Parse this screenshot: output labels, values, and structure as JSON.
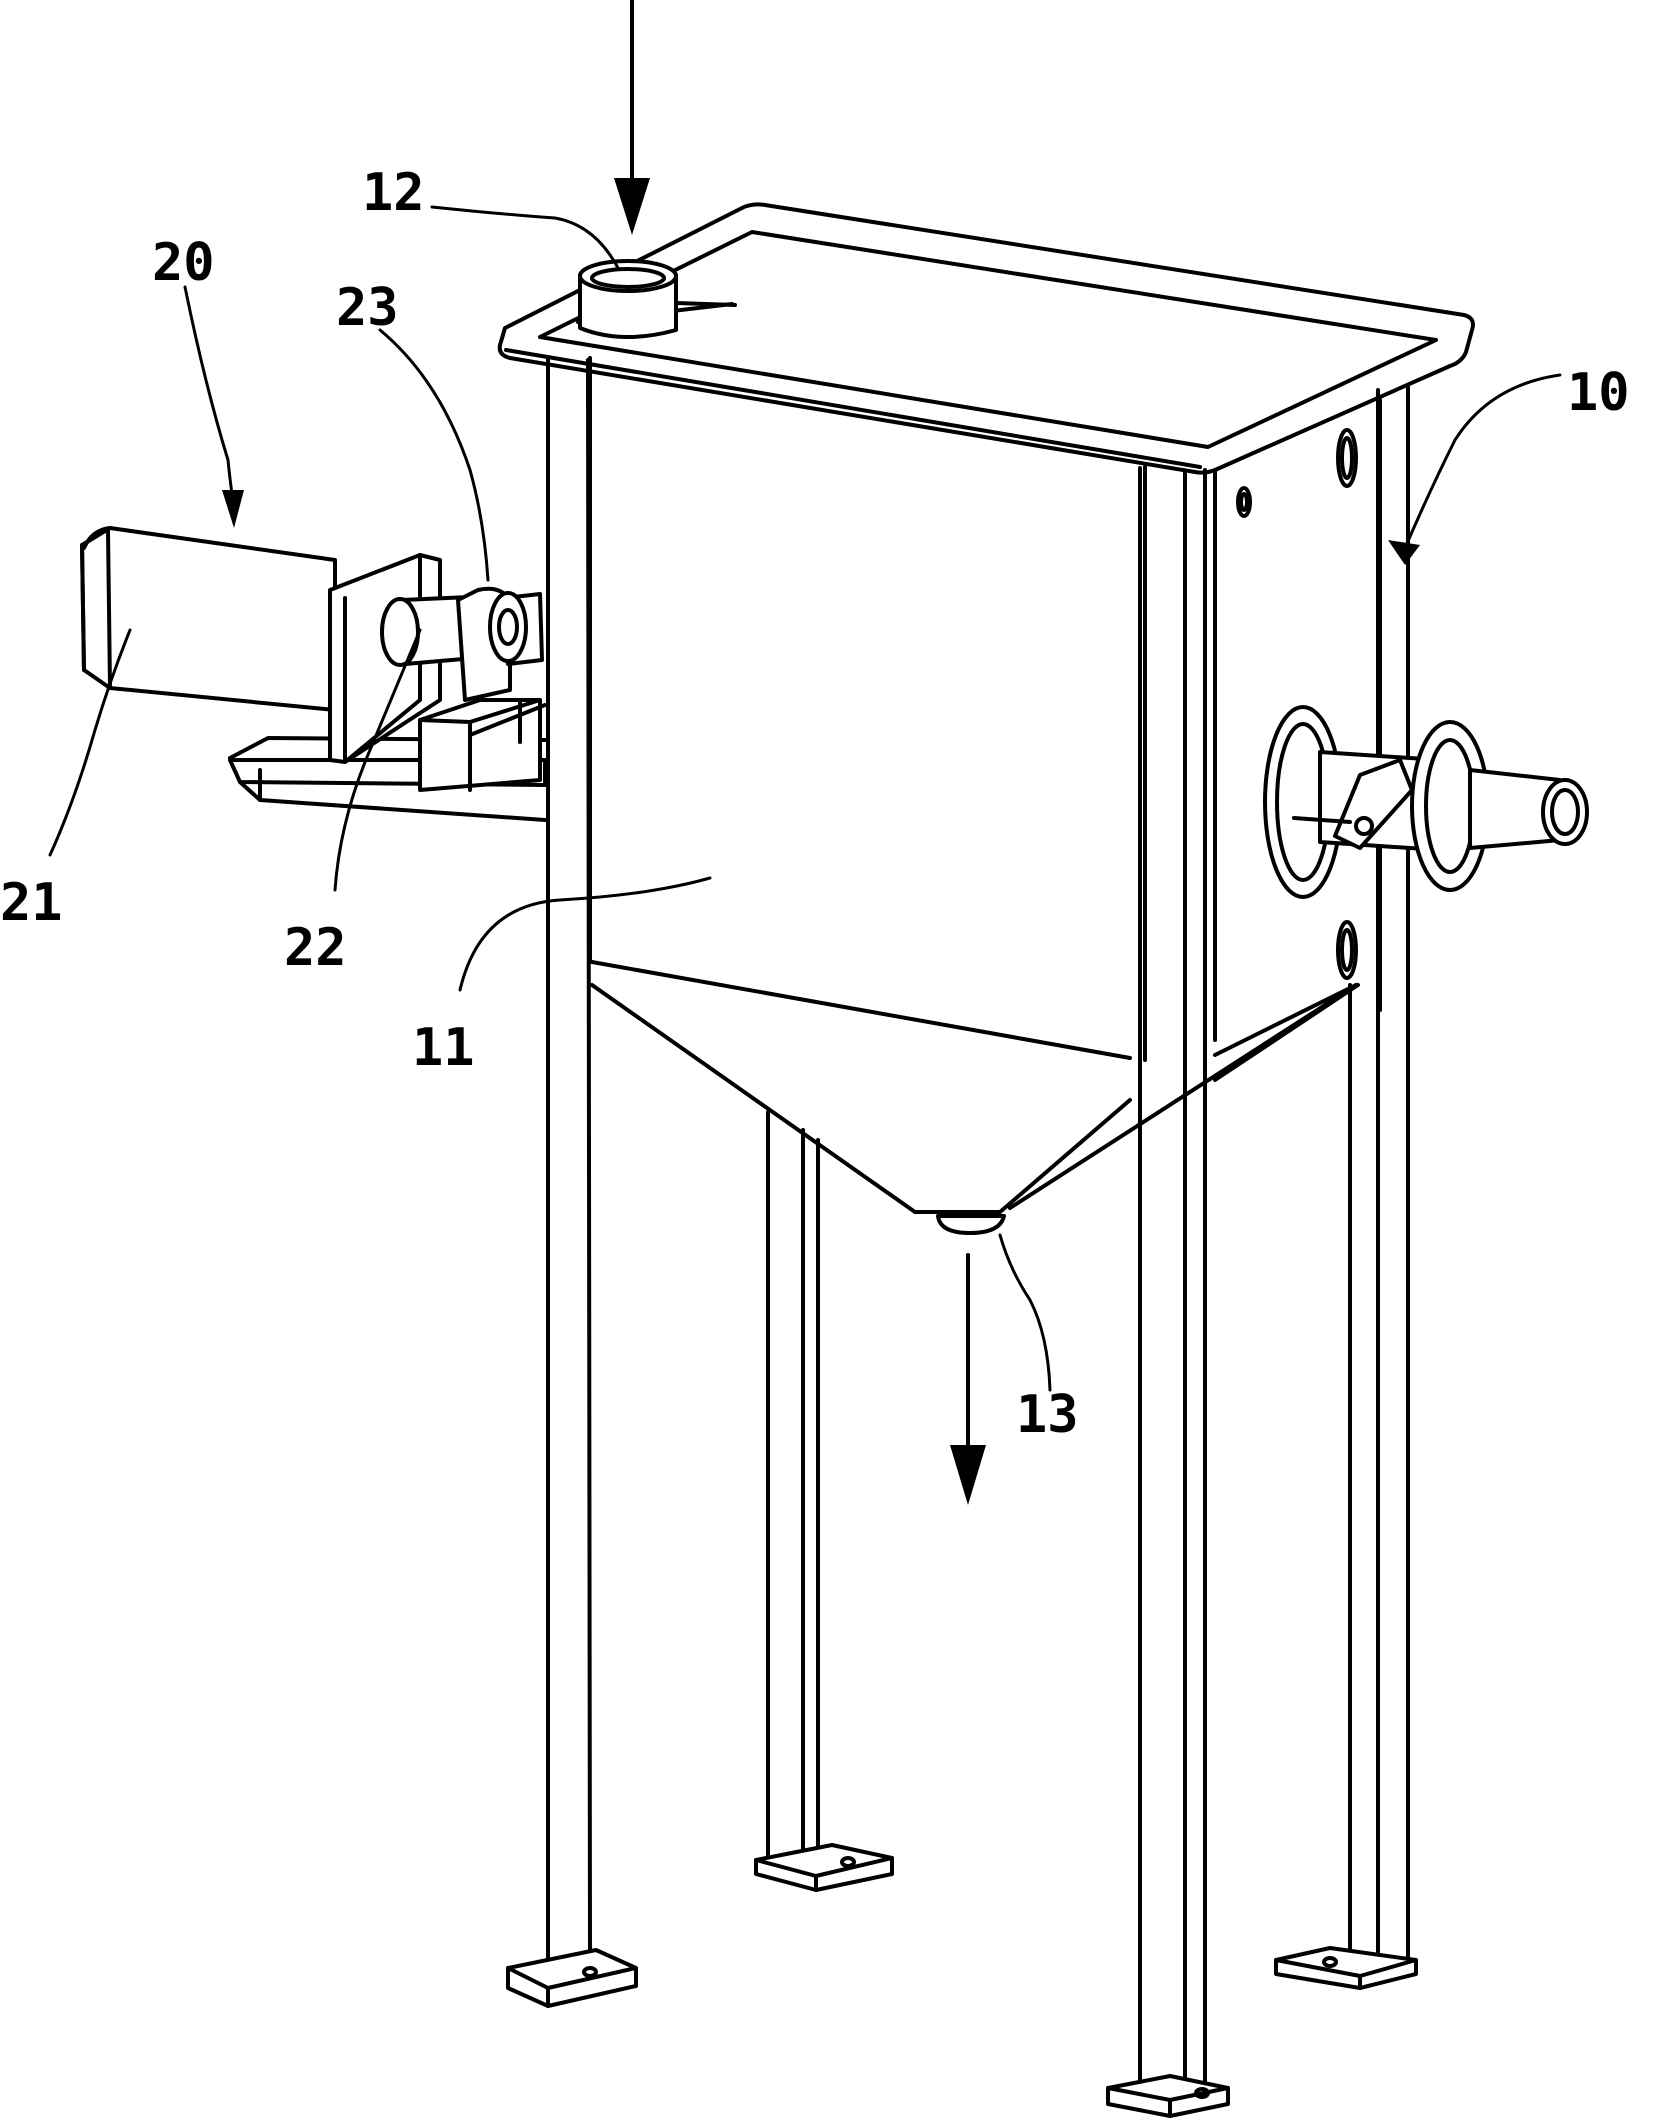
{
  "labels": {
    "frame": "10",
    "tank": "11",
    "inlet": "12",
    "outlet": "13",
    "drive_unit": "20",
    "motor": "21",
    "shaft": "22",
    "bearing": "23"
  }
}
